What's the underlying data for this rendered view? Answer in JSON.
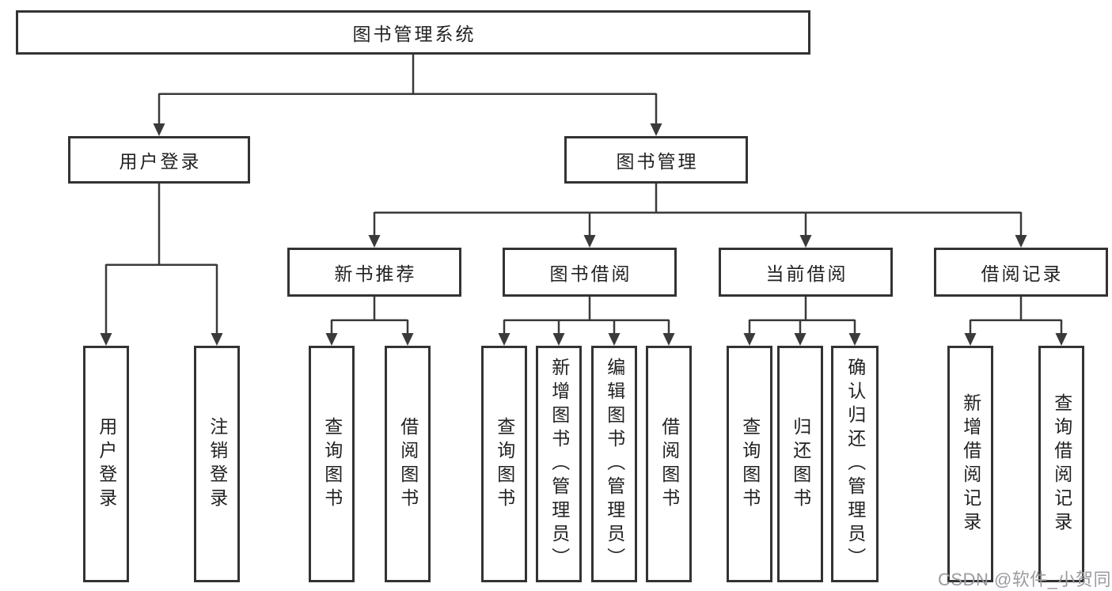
{
  "tree": {
    "root": {
      "label": "图书管理系统"
    },
    "children": [
      {
        "label": "用户登录",
        "children": [
          {
            "label": "用户登录"
          },
          {
            "label": "注销登录"
          }
        ]
      },
      {
        "label": "图书管理",
        "children": [
          {
            "label": "新书推荐",
            "children": [
              {
                "label": "查询图书"
              },
              {
                "label": "借阅图书"
              }
            ]
          },
          {
            "label": "图书借阅",
            "children": [
              {
                "label": "查询图书"
              },
              {
                "label": "新增图书（管理员）"
              },
              {
                "label": "编辑图书（管理员）"
              },
              {
                "label": "借阅图书"
              }
            ]
          },
          {
            "label": "当前借阅",
            "children": [
              {
                "label": "查询图书"
              },
              {
                "label": "归还图书"
              },
              {
                "label": "确认归还（管理员）"
              }
            ]
          },
          {
            "label": "借阅记录",
            "children": [
              {
                "label": "新增借阅记录"
              },
              {
                "label": "查询借阅记录"
              }
            ]
          }
        ]
      }
    ]
  },
  "watermark": {
    "text": "CSDN @软件_小贺同学",
    "color": "#9b9ba0"
  },
  "colors": {
    "background": "#ffffff",
    "box_border": "#333333",
    "connector_line": "#3a3a3a",
    "text": "#222222"
  }
}
